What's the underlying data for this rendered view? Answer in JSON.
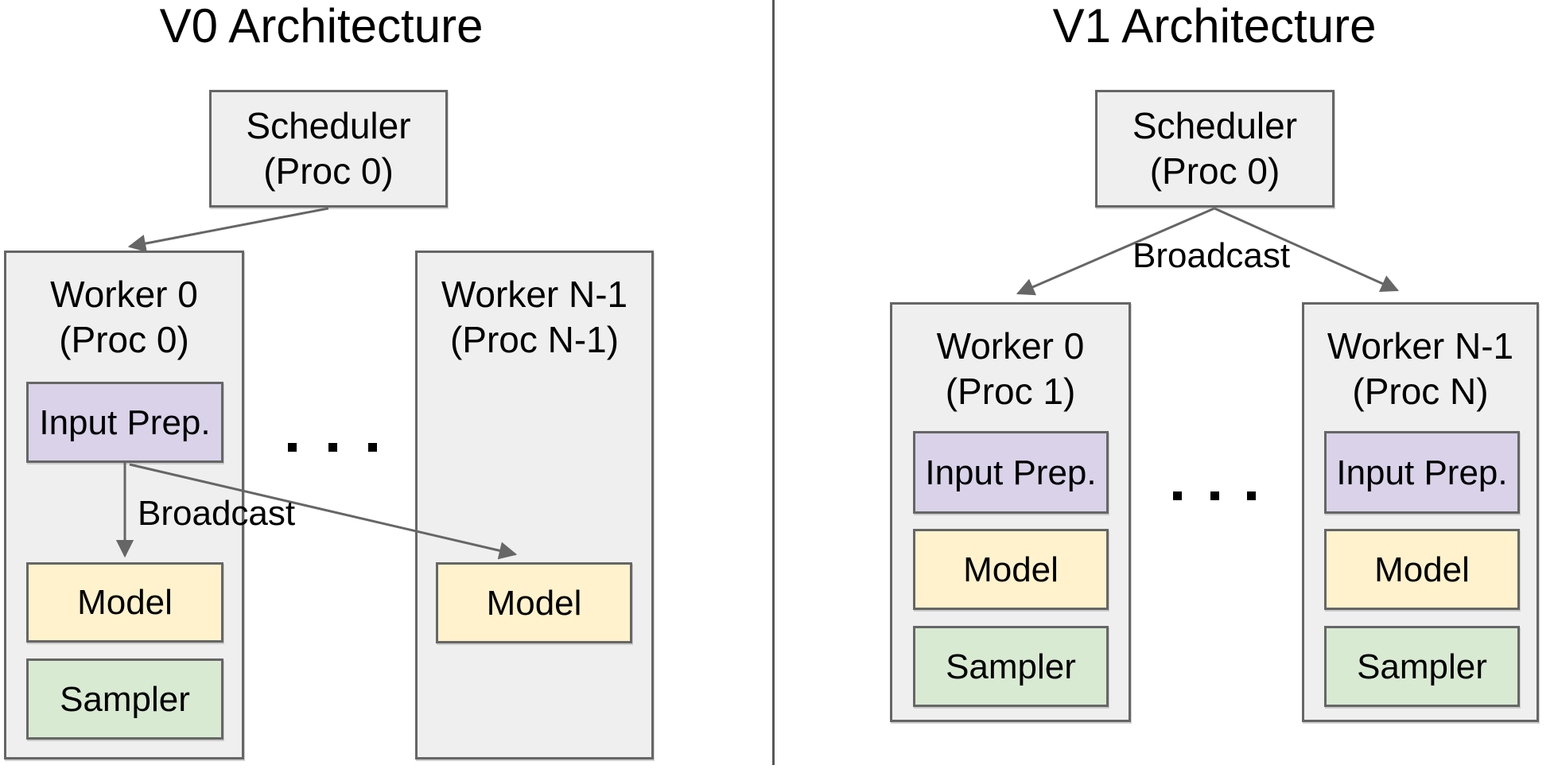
{
  "colors": {
    "background": "#ffffff",
    "container_fill": "#efefef",
    "container_border": "#666666",
    "input_prep_fill": "#d9d2e9",
    "model_fill": "#fff2cc",
    "sampler_fill": "#d9ead3",
    "arrow": "#666666",
    "divider": "#58585a",
    "text": "#000000"
  },
  "left_panel": {
    "title": "V0 Architecture",
    "scheduler": {
      "name": "Scheduler",
      "proc": "(Proc 0)"
    },
    "broadcast_label": "Broadcast",
    "worker_0": {
      "name": "Worker 0",
      "proc": "(Proc 0)",
      "input_prep": "Input Prep.",
      "model": "Model",
      "sampler": "Sampler"
    },
    "worker_n": {
      "name": "Worker N-1",
      "proc": "(Proc N-1)",
      "model": "Model"
    },
    "ellipsis": "..."
  },
  "right_panel": {
    "title": "V1 Architecture",
    "scheduler": {
      "name": "Scheduler",
      "proc": "(Proc 0)"
    },
    "broadcast_label": "Broadcast",
    "worker_0": {
      "name": "Worker 0",
      "proc": "(Proc 1)",
      "input_prep": "Input Prep.",
      "model": "Model",
      "sampler": "Sampler"
    },
    "worker_n": {
      "name": "Worker N-1",
      "proc": "(Proc N)",
      "input_prep": "Input Prep.",
      "model": "Model",
      "sampler": "Sampler"
    },
    "ellipsis": "..."
  }
}
